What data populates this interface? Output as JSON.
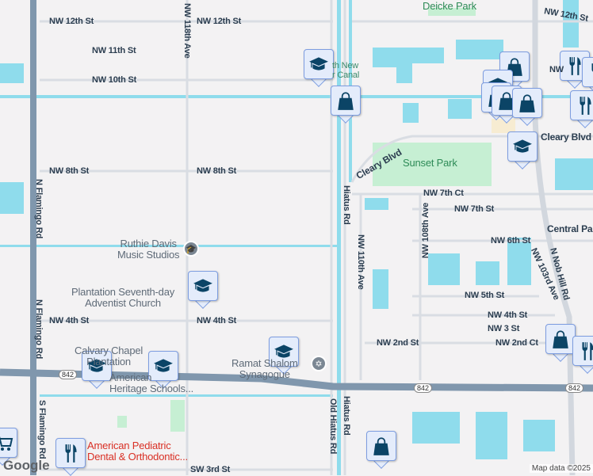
{
  "map": {
    "colors": {
      "water": "#8fdcec",
      "park": "#c6efd3",
      "road": "#ffffff",
      "highway": "#8097ad",
      "marker_fill": "#e4ecfb",
      "marker_icon": "#0b4466",
      "marker_border": "#7d9de0"
    },
    "streets": {
      "nw12_a": "NW 12th St",
      "nw12_b": "NW 12th St",
      "nw12_c": "NW 12th St",
      "nw11": "NW 11th St",
      "nw10": "NW 10th St",
      "nw10_e": "NW",
      "nw8_a": "NW 8th St",
      "nw8_b": "NW 8th St",
      "nw118": "NW 118th Ave",
      "n_flamingo_a": "N Flamingo Rd",
      "n_flamingo_b": "N Flamingo Rd",
      "s_flamingo": "S Flamingo Rd",
      "hiatus_a": "Hiatus Rd",
      "hiatus_b": "Hiatus Rd",
      "old_hiatus": "Old Hiatus Rd",
      "nw4_a": "NW 4th St",
      "nw4_b": "NW 4th St",
      "nw4_c": "NW 4th St",
      "sw3": "SW 3rd St",
      "cleary_a": "Cleary Blvd",
      "cleary_b": "Cleary Blvd",
      "nw7ct": "NW 7th Ct",
      "nw7": "NW 7th St",
      "nw6": "NW 6th St",
      "central": "Central Pa",
      "nw110": "NW 110th Ave",
      "nw108": "NW 108th Ave",
      "nw103": "NW 103rd Ave",
      "nob_hill": "N Nob Hill Rd",
      "nw5": "NW 5th St",
      "nw3": "NW 3 St",
      "nw2_a": "NW 2nd St",
      "nw2_b": "NW 2nd Ct",
      "route": "842"
    },
    "pois": {
      "deicke": "Deicke Park",
      "sunset": "Sunset Park",
      "canal": "th New\nr Canal",
      "ruthie": "Ruthie Davis\nMusic Studios",
      "plantation": "Plantation Seventh-day\nAdventist Church",
      "calvary": "Calvary Chapel\nPlantation",
      "american": "American\nHeritage Schools...",
      "ramat": "Ramat Shalom\nSynagogue",
      "pediatric": "American Pediatric\nDental & Orthodontic..."
    },
    "logo": "Google",
    "attribution": "Map data ©2025"
  }
}
